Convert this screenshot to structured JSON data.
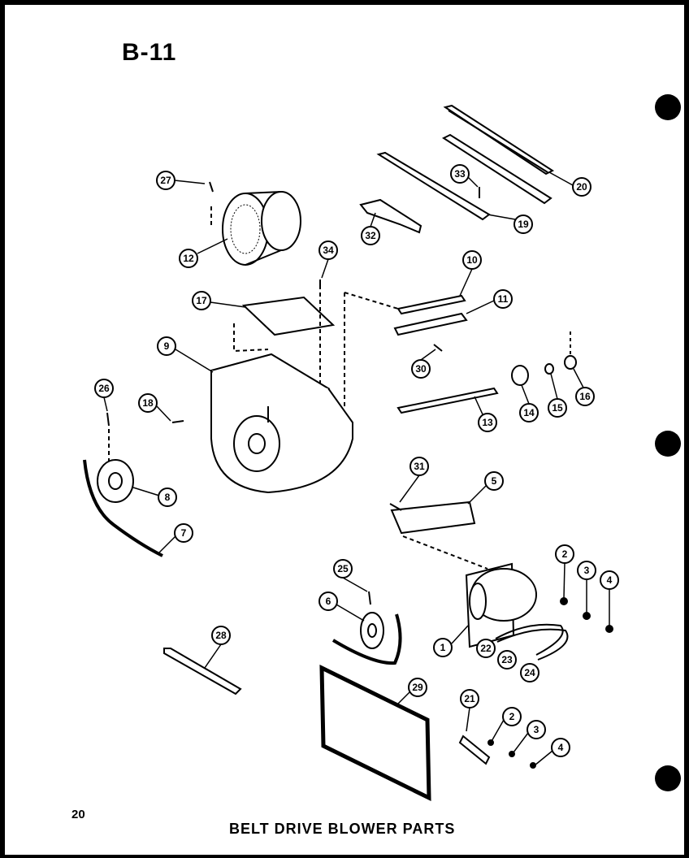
{
  "page_code": "B-11",
  "page_number": "20",
  "title": "BELT DRIVE BLOWER PARTS",
  "callouts": [
    {
      "id": "1"
    },
    {
      "id": "2"
    },
    {
      "id": "3"
    },
    {
      "id": "4"
    },
    {
      "id": "5"
    },
    {
      "id": "6"
    },
    {
      "id": "7"
    },
    {
      "id": "8"
    },
    {
      "id": "9"
    },
    {
      "id": "10"
    },
    {
      "id": "11"
    },
    {
      "id": "12"
    },
    {
      "id": "13"
    },
    {
      "id": "14"
    },
    {
      "id": "15"
    },
    {
      "id": "16"
    },
    {
      "id": "17"
    },
    {
      "id": "18"
    },
    {
      "id": "19"
    },
    {
      "id": "20"
    },
    {
      "id": "21"
    },
    {
      "id": "22"
    },
    {
      "id": "23"
    },
    {
      "id": "24"
    },
    {
      "id": "25"
    },
    {
      "id": "26"
    },
    {
      "id": "27"
    },
    {
      "id": "28"
    },
    {
      "id": "29"
    },
    {
      "id": "30"
    },
    {
      "id": "31"
    },
    {
      "id": "32"
    },
    {
      "id": "33"
    },
    {
      "id": "34"
    },
    {
      "id": "2"
    },
    {
      "id": "3"
    },
    {
      "id": "4"
    }
  ]
}
